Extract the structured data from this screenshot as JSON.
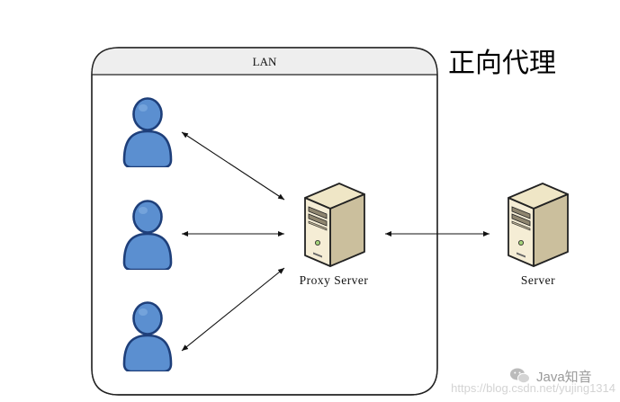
{
  "title": "正向代理",
  "lan_label": "LAN",
  "proxy_label": "Proxy Server",
  "server_label": "Server",
  "watermark": {
    "brand": "Java知音",
    "url": "https://blog.csdn.net/yujing1314"
  },
  "colors": {
    "user_fill": "#5b8fd0",
    "user_stroke": "#1e3f7a",
    "server_front": "#f2ead1",
    "server_side": "#cbbf9d",
    "server_stroke": "#222222",
    "arrow": "#111111",
    "frame": "#222222"
  },
  "users": [
    {
      "id": "user-top"
    },
    {
      "id": "user-middle"
    },
    {
      "id": "user-bottom"
    }
  ],
  "connections": [
    {
      "from": "user-top",
      "to": "proxy-server",
      "direction": "bidirectional"
    },
    {
      "from": "user-middle",
      "to": "proxy-server",
      "direction": "bidirectional"
    },
    {
      "from": "user-bottom",
      "to": "proxy-server",
      "direction": "bidirectional"
    },
    {
      "from": "proxy-server",
      "to": "server",
      "direction": "bidirectional"
    }
  ]
}
